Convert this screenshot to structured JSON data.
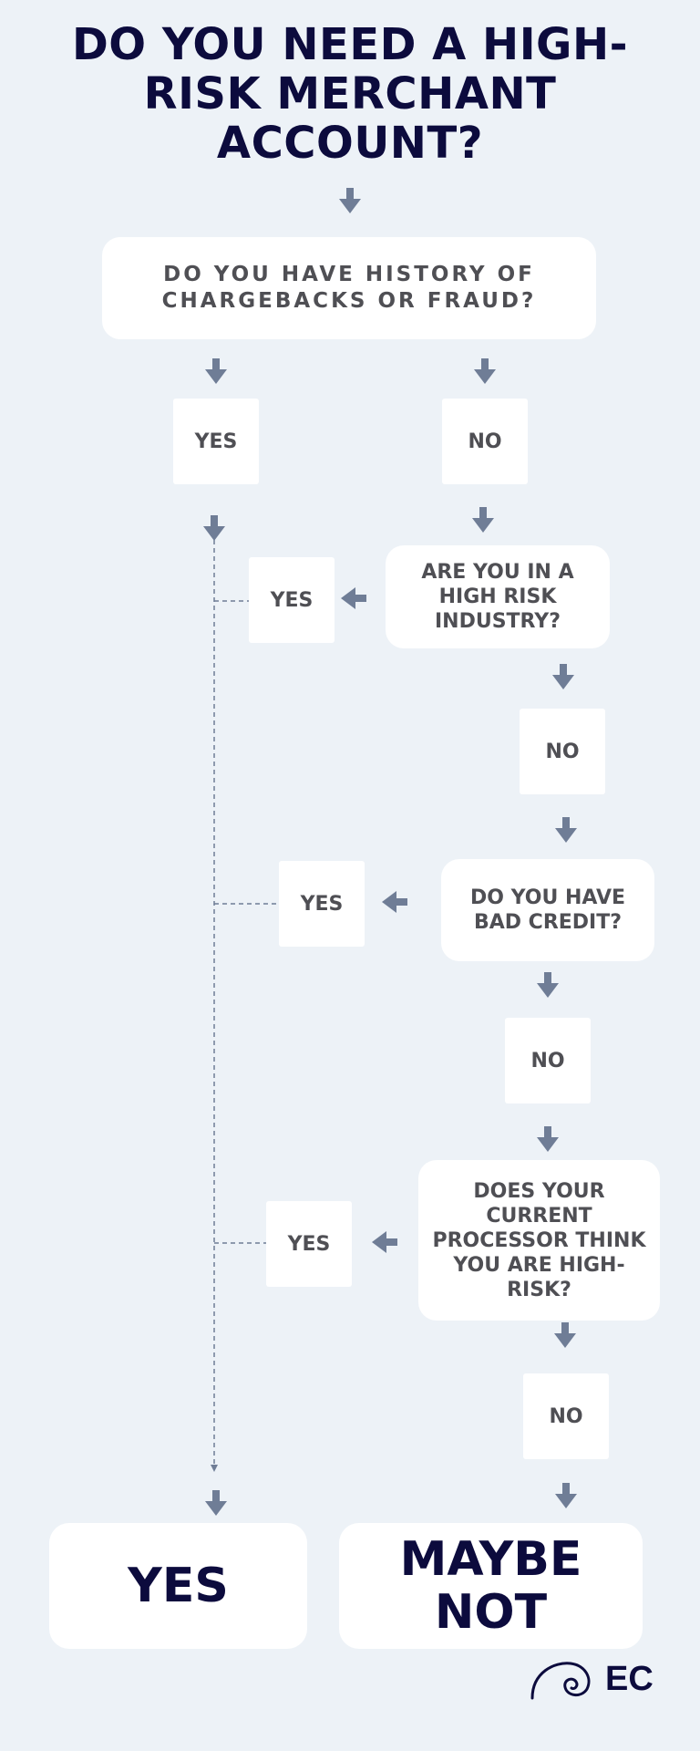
{
  "title": "DO YOU NEED A HIGH-RISK MERCHANT ACCOUNT?",
  "questions": [
    "DO  YOU HAVE HISTORY OF CHARGEBACKS OR FRAUD?",
    "ARE YOU IN A HIGH RISK INDUSTRY?",
    "DO YOU HAVE BAD CREDIT?",
    "DOES YOUR CURRENT PROCESSOR THINK YOU ARE HIGH-RISK?"
  ],
  "answers": {
    "yes": "YES",
    "no": "NO"
  },
  "results": {
    "yes": "YES",
    "maybe_not": "MAYBE NOT"
  },
  "logo": {
    "text": "EC",
    "icon": "spiral-icon"
  },
  "colors": {
    "background": "#edf2f7",
    "title": "#0c0b3d",
    "box_text": "#4f4f54",
    "arrow": "#6f7d96"
  }
}
